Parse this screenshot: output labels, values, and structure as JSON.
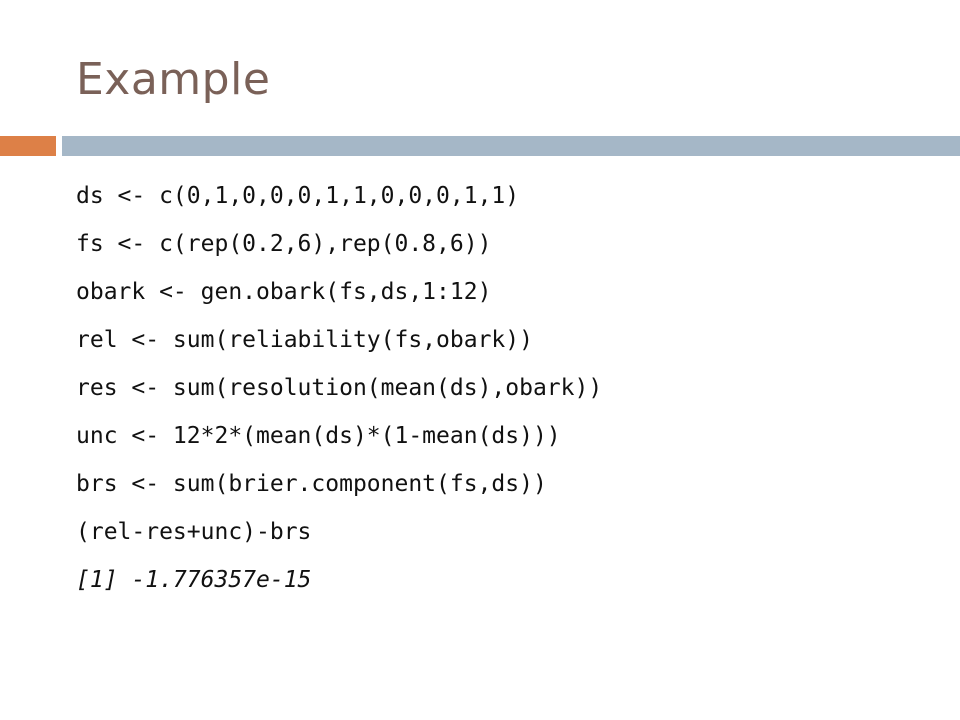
{
  "slide": {
    "title": "Example",
    "colors": {
      "title": "#7a6158",
      "accent_bar": "#dd8047",
      "main_bar": "#a5b7c7"
    },
    "code_lines": [
      "ds <- c(0,1,0,0,0,1,1,0,0,0,1,1)",
      "fs <- c(rep(0.2,6),rep(0.8,6))",
      "obark <- gen.obark(fs,ds,1:12)",
      "rel <- sum(reliability(fs,obark))",
      "res <- sum(resolution(mean(ds),obark))",
      "unc <- 12*2*(mean(ds)*(1-mean(ds)))",
      "brs <- sum(brier.component(fs,ds))",
      "(rel-res+unc)-brs"
    ],
    "output_line": "[1] -1.776357e-15"
  }
}
